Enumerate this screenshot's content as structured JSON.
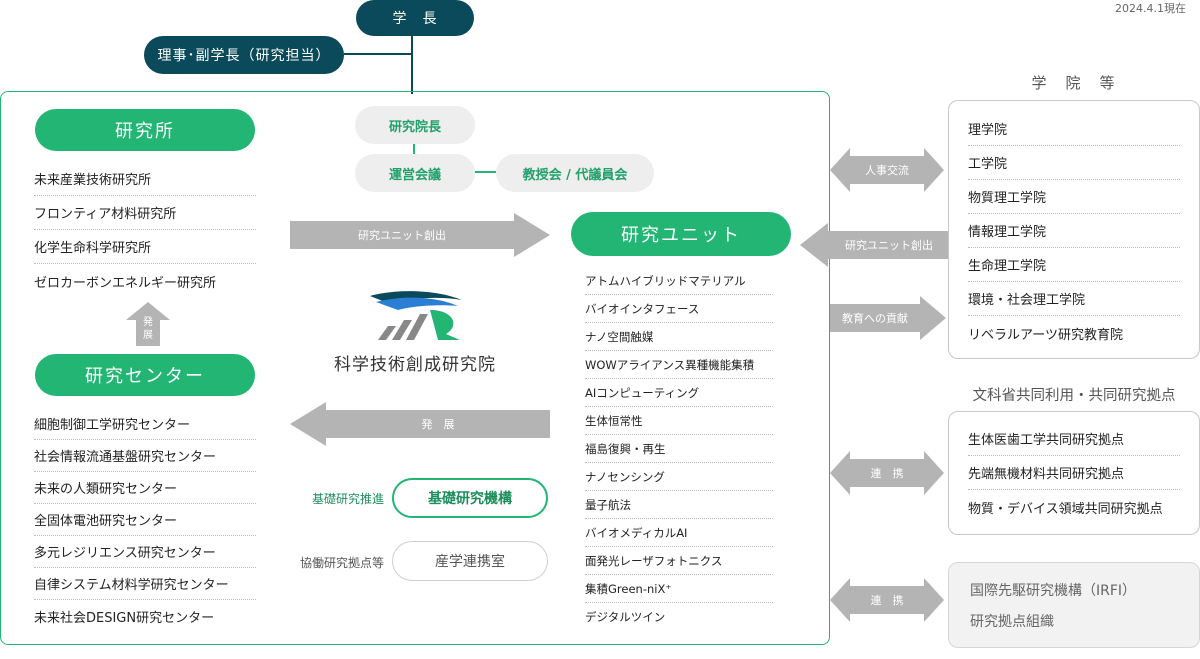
{
  "date_note": "2024.4.1現在",
  "top": {
    "president": "学　長",
    "vice_president": "理事･副学長（研究担当）"
  },
  "center": {
    "director": "研究院長",
    "council": "運営会議",
    "faculty_meeting": "教授会 / 代議員会",
    "logo_name": "科学技術創成研究院",
    "create_unit_arrow": "研究ユニット創出",
    "develop_arrow": "発　展",
    "basic_promo_label": "基礎研究推進",
    "basic_org": "基礎研究機構",
    "collab_label": "協働研究拠点等",
    "industry_office": "産学連携室"
  },
  "institutes": {
    "title": "研究所",
    "items": [
      "未来産業技術研究所",
      "フロンティア材料研究所",
      "化学生命科学研究所",
      "ゼロカーボンエネルギー研究所"
    ]
  },
  "develop_up": "発\n展",
  "centers": {
    "title": "研究センター",
    "items": [
      "細胞制御工学研究センター",
      "社会情報流通基盤研究センター",
      "未来の人類研究センター",
      "全固体電池研究センター",
      "多元レジリエンス研究センター",
      "自律システム材料学研究センター",
      "未来社会DESIGN研究センター"
    ]
  },
  "units": {
    "title": "研究ユニット",
    "items": [
      "アトムハイブリッドマテリアル",
      "バイオインタフェース",
      "ナノ空間触媒",
      "WOWアライアンス異種機能集積",
      "AIコンピューティング",
      "生体恒常性",
      "福島復興・再生",
      "ナノセンシング",
      "量子航法",
      "バイオメディカルAI",
      "面発光レーザフォトニクス",
      "集積Green-niX⁺",
      "デジタルツイン"
    ]
  },
  "schools": {
    "title": "学　院　等",
    "items": [
      "理学院",
      "工学院",
      "物質理工学院",
      "情報理工学院",
      "生命理工学院",
      "環境・社会理工学院",
      "リベラルアーツ研究教育院"
    ]
  },
  "arrows": {
    "exchange": "人事交流",
    "unit_create": "研究ユニット創出",
    "education": "教育への貢献",
    "link1": "連　携",
    "link2": "連　携"
  },
  "joint": {
    "title": "文科省共同利用・共同研究拠点",
    "items": [
      "生体医歯工学共同研究拠点",
      "先端無機材料共同研究拠点",
      "物質・デバイス領域共同研究拠点"
    ]
  },
  "irfi": {
    "line1": "国際先駆研究機構（IRFI）",
    "line2": "研究拠点組織"
  },
  "colors": {
    "dark": "#0b4a5a",
    "green": "#22b573",
    "arrow_grey": "#b4b4b4"
  }
}
